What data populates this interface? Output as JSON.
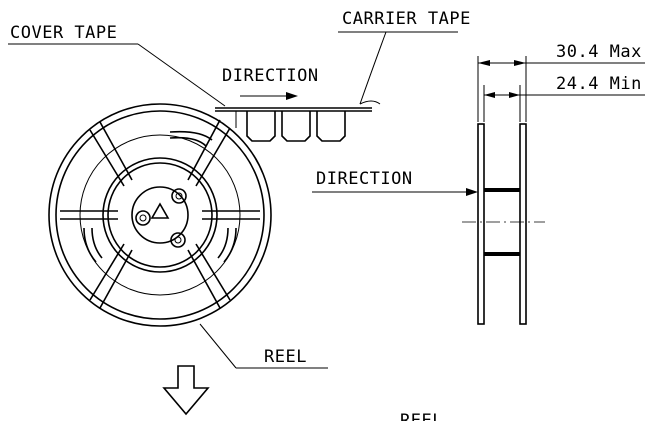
{
  "labels": {
    "cover_tape": "COVER TAPE",
    "carrier_tape": "CARRIER TAPE",
    "direction_top": "DIRECTION",
    "direction_side": "DIRECTION",
    "reel": "REEL",
    "reel_cut": "REEL"
  },
  "dimensions": {
    "max_width": "30.4 Max",
    "min_width": "24.4 Min"
  }
}
